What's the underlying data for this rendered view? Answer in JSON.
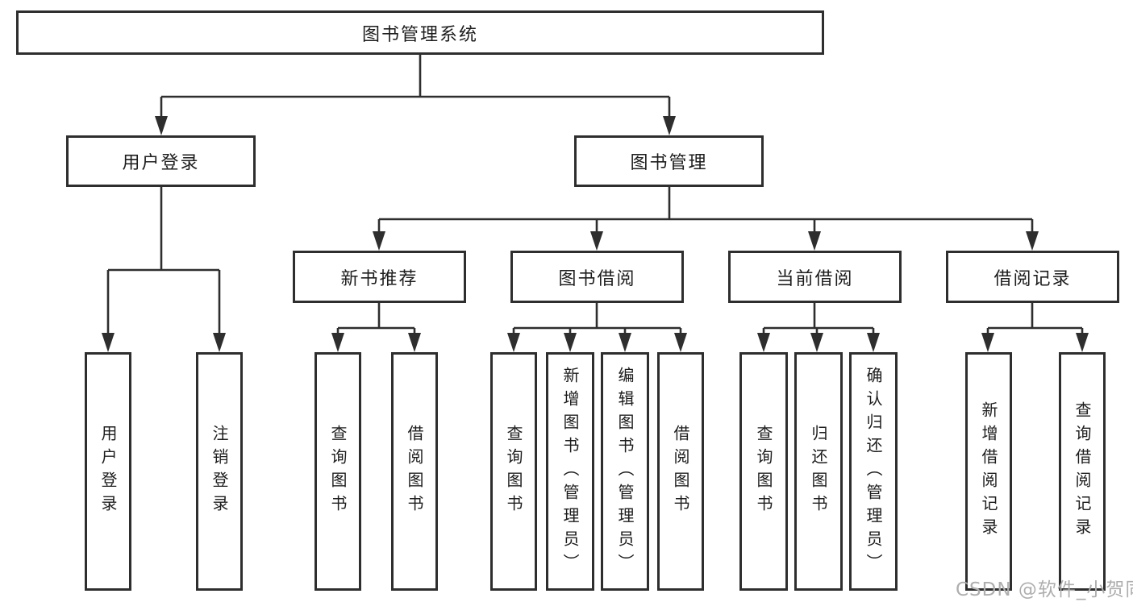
{
  "nodes": {
    "root": "图书管理系统",
    "user_login": "用户登录",
    "book_mgmt": "图书管理",
    "new_book_rec": "新书推荐",
    "book_borrow": "图书借阅",
    "current_borrow": "当前借阅",
    "borrow_record": "借阅记录",
    "leaf_user_login": "用户登录",
    "leaf_logout": "注销登录",
    "leaf_nb_query": "查询图书",
    "leaf_nb_borrow": "借阅图书",
    "leaf_bb_query": "查询图书",
    "leaf_bb_add": "新增图书（管理员）",
    "leaf_bb_edit": "编辑图书（管理员）",
    "leaf_bb_borrow": "借阅图书",
    "leaf_cb_query": "查询图书",
    "leaf_cb_return": "归还图书",
    "leaf_cb_confirm": "确认归还（管理员）",
    "leaf_br_add": "新增借阅记录",
    "leaf_br_query": "查询借阅记录"
  },
  "watermark": "CSDN @软件_小贺同学",
  "colors": {
    "line": "#2e2e2e",
    "text": "#1d1d1d",
    "watermark": "#aeaeae",
    "background": "#ffffff"
  }
}
